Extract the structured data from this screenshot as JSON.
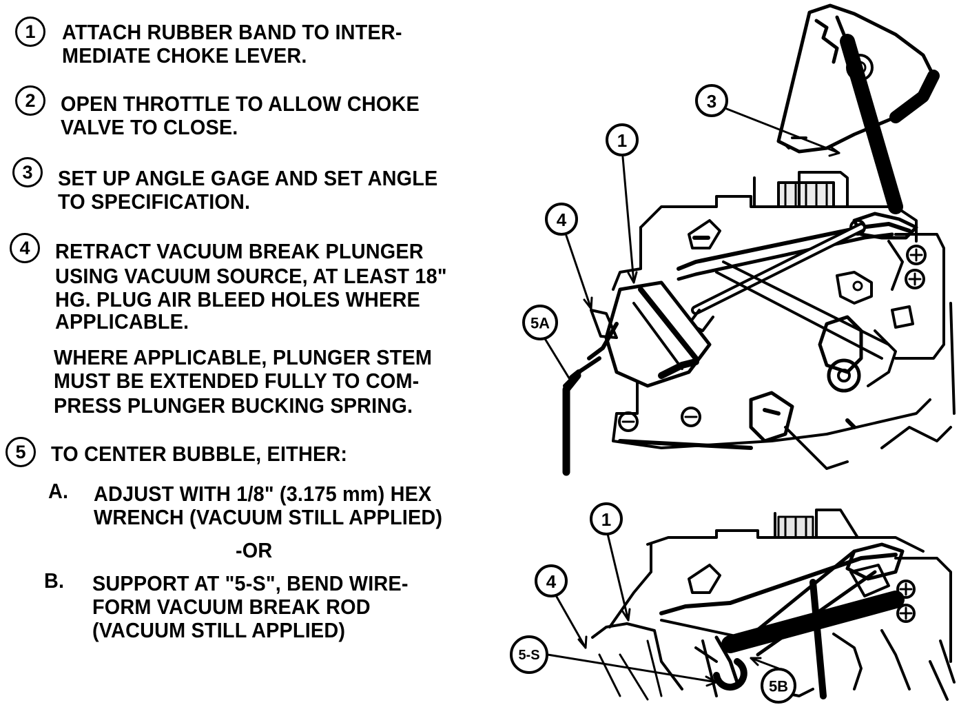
{
  "steps": [
    {
      "number": "1",
      "lines": [
        "ATTACH RUBBER BAND TO INTER-",
        "MEDIATE CHOKE LEVER."
      ]
    },
    {
      "number": "2",
      "lines": [
        "OPEN THROTTLE TO ALLOW CHOKE",
        "VALVE TO CLOSE."
      ]
    },
    {
      "number": "3",
      "lines": [
        "SET UP ANGLE GAGE AND SET ANGLE",
        "TO SPECIFICATION."
      ]
    },
    {
      "number": "4",
      "lines": [
        "RETRACT VACUUM BREAK PLUNGER",
        "USING VACUUM SOURCE, AT LEAST 18\"",
        "HG. PLUG AIR BLEED HOLES WHERE",
        "APPLICABLE."
      ],
      "note": [
        "WHERE APPLICABLE, PLUNGER STEM",
        "MUST BE EXTENDED FULLY TO COM-",
        "PRESS PLUNGER BUCKING SPRING."
      ]
    },
    {
      "number": "5",
      "lines": [
        "TO CENTER BUBBLE, EITHER:"
      ]
    }
  ],
  "options": {
    "a_letter": "A.",
    "a_lines": [
      "ADJUST WITH 1/8\" (3.175 mm) HEX",
      "WRENCH (VACUUM STILL APPLIED)"
    ],
    "or": "-OR",
    "b_letter": "B.",
    "b_lines": [
      "SUPPORT AT \"5-S\", BEND WIRE-",
      "FORM VACUUM BREAK ROD",
      "(VACUUM STILL APPLIED)"
    ]
  },
  "callouts": {
    "top": {
      "c3": "3",
      "c1": "1",
      "c4": "4",
      "c5a": "5A"
    },
    "bottom": {
      "c1": "1",
      "c4": "4",
      "c5s": "5-S",
      "c5b": "5B"
    }
  }
}
